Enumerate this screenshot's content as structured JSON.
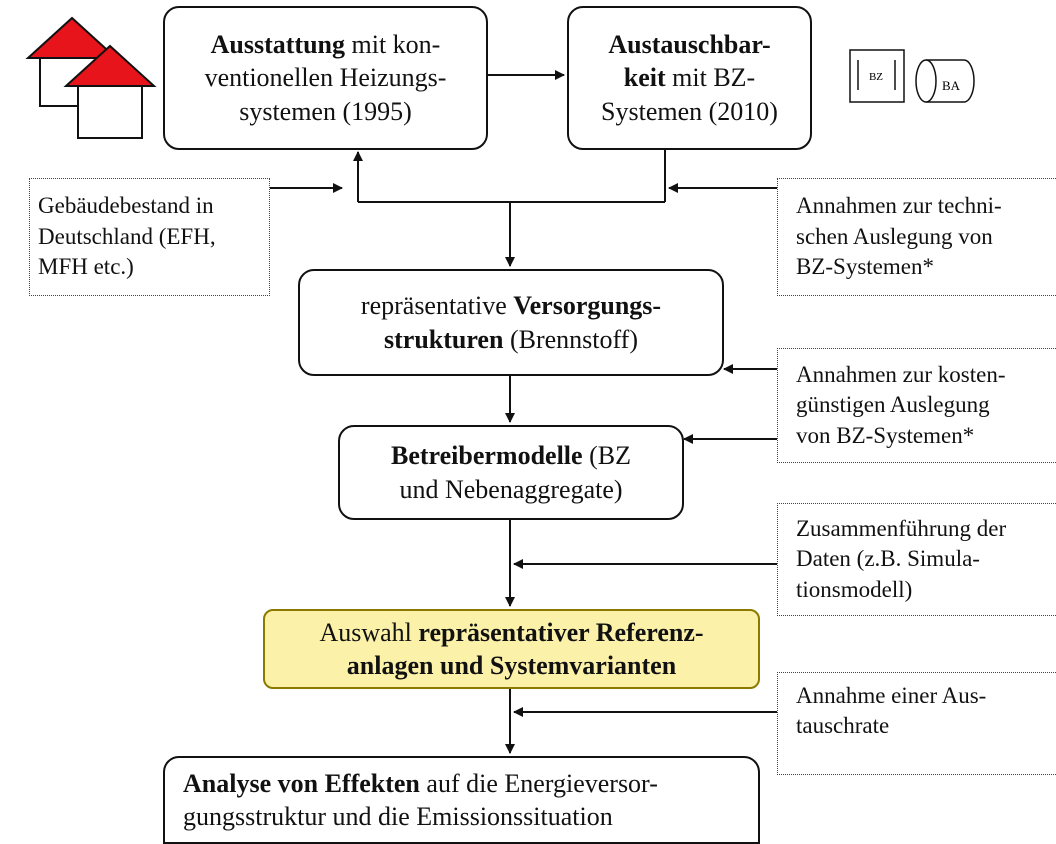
{
  "boxes": {
    "ausstattung": {
      "l1a": "Ausstattung",
      "l1b": " mit kon-",
      "l2": "ventionellen Heizungs-",
      "l3": "systemen (1995)"
    },
    "austausch": {
      "l1": "Austauschbar-",
      "l2a": "keit",
      "l2b": " mit BZ-",
      "l3": "Systemen (2010)"
    },
    "versorgung": {
      "l1a": "repräsentative ",
      "l1b": "Versorgungs-",
      "l2a": "strukturen",
      "l2b": " (Brennstoff)"
    },
    "betreiber": {
      "l1a": "Betreibermodelle",
      "l1b": " (BZ",
      "l2": "und Nebenaggregate)"
    },
    "auswahl": {
      "l1a": "Auswahl ",
      "l1b": "repräsentativer Referenz-",
      "l2": "anlagen und Systemvarianten"
    },
    "analyse": {
      "l1a": "Analyse von Effekten",
      "l1b": " auf die Energieversor-",
      "l2": "gungsstruktur und die Emissionssituation"
    }
  },
  "notes": {
    "gebaeude": [
      "Gebäudebestand in",
      "Deutschland (EFH,",
      "MFH etc.)"
    ],
    "technisch": [
      "Annahmen zur techni-",
      "schen Auslegung von",
      "BZ-Systemen*"
    ],
    "kosten": [
      "Annahmen zur kosten-",
      "günstigen Auslegung",
      "von BZ-Systemen*"
    ],
    "zusammen": [
      "Zusammenführung der",
      "Daten (z.B. Simula-",
      "tionsmodell)"
    ],
    "austauschrate": [
      "Annahme einer Aus-",
      "tauschrate"
    ]
  },
  "icons": {
    "bz_label": "BZ",
    "ba_label": "BA"
  },
  "colors": {
    "roof": "#e8141c",
    "highlight_fill": "#fbf1a9",
    "highlight_border": "#8c7a00"
  }
}
